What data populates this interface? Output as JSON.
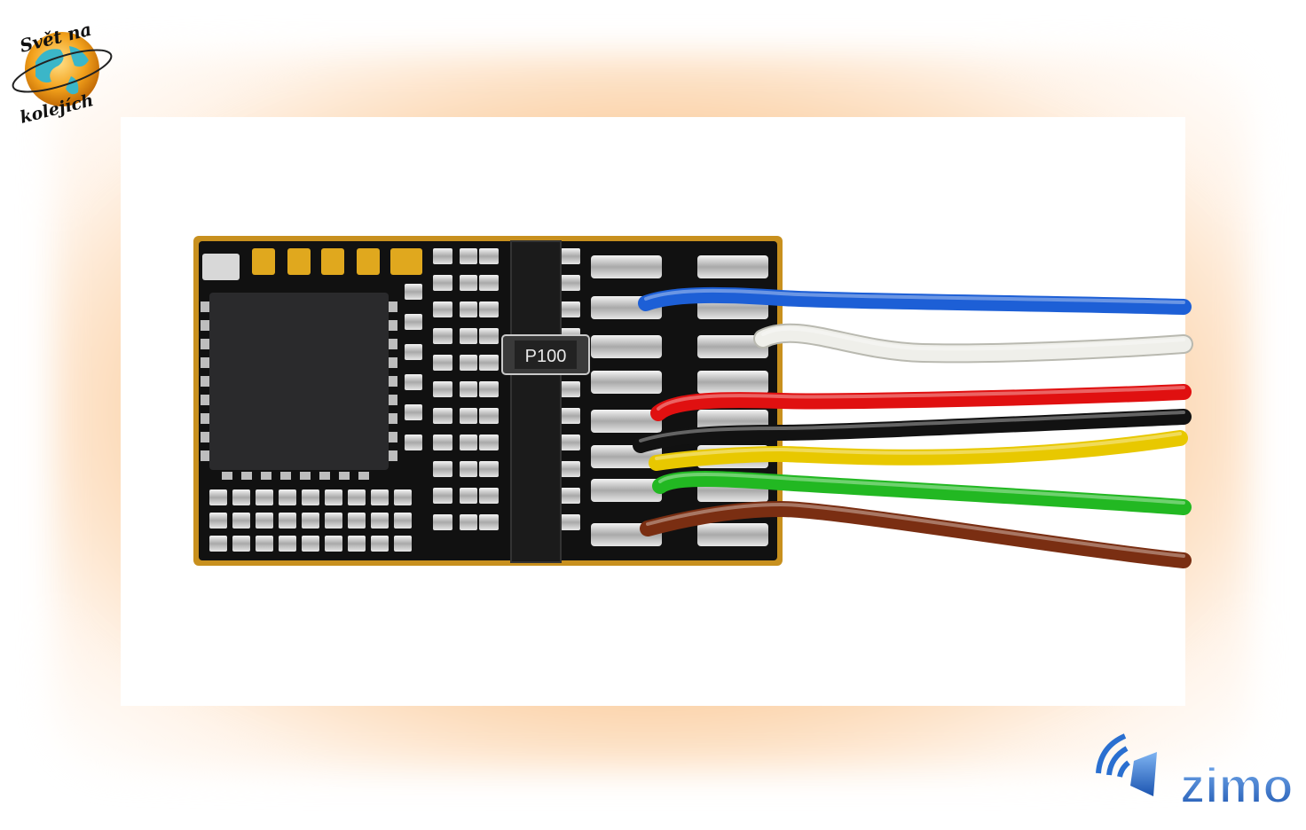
{
  "logo_top_left": {
    "line1": "Svět na",
    "line2": "kolejích"
  },
  "logo_bottom_right": {
    "text": "zimo"
  },
  "chip": {
    "resistor_marking": "P100"
  },
  "colors": {
    "glow": "#f7b77a",
    "pcb": "#111111",
    "pcb_edge": "#c8901e",
    "gold_pad": "#e0a81e",
    "wire_blue": "#1d5fd6",
    "wire_white": "#efefea",
    "wire_red": "#e01010",
    "wire_black": "#121212",
    "wire_yellow": "#e8c800",
    "wire_green": "#22b822",
    "wire_brown": "#7a2e12",
    "zimo_blue": "#2a6fd0"
  },
  "wires": [
    {
      "name": "blue",
      "color": "#1d5fd6"
    },
    {
      "name": "white",
      "color": "#efefea"
    },
    {
      "name": "red",
      "color": "#e01010"
    },
    {
      "name": "black",
      "color": "#121212"
    },
    {
      "name": "yellow",
      "color": "#e8c800"
    },
    {
      "name": "green",
      "color": "#22b822"
    },
    {
      "name": "brown",
      "color": "#7a2e12"
    }
  ]
}
